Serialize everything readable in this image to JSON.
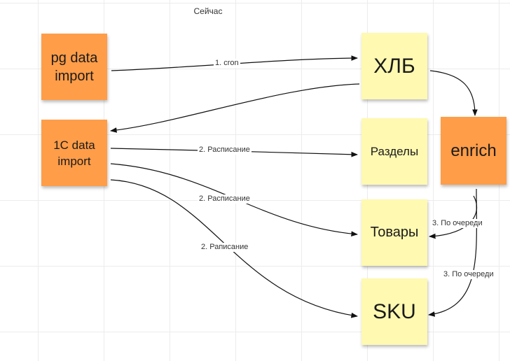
{
  "title": "Сейчас",
  "nodes": {
    "pg_import": {
      "label": "pg data import",
      "color": "#ff9d48"
    },
    "c1_import": {
      "label": "1C data import",
      "color": "#ff9d48"
    },
    "hlb": {
      "label": "ХЛБ",
      "color": "#fff9b1"
    },
    "razdely": {
      "label": "Разделы",
      "color": "#fff9b1"
    },
    "tovary": {
      "label": "Товары",
      "color": "#fff9b1"
    },
    "sku": {
      "label": "SKU",
      "color": "#fff9b1"
    },
    "enrich": {
      "label": "enrich",
      "color": "#ff9d48"
    }
  },
  "edges": {
    "cron": {
      "label": "1. cron"
    },
    "hlb_to_1c": {
      "label": ""
    },
    "hlb_to_enrich": {
      "label": ""
    },
    "sched_razdely": {
      "label": "2. Расписание"
    },
    "sched_tovary": {
      "label": "2. Расписание"
    },
    "sched_sku": {
      "label": "2. Раписание"
    },
    "queue_tovary": {
      "label": "3. По очереди"
    },
    "queue_sku": {
      "label": "3. По очереди"
    }
  }
}
